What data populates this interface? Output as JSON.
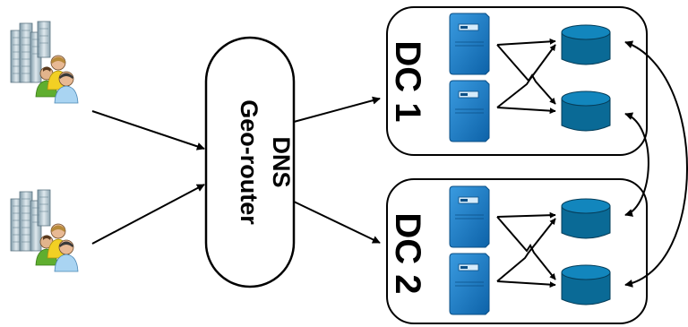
{
  "router": {
    "line1": "DNS",
    "line2": "Geo-router"
  },
  "datacenters": [
    {
      "label": "DC 1"
    },
    {
      "label": "DC 2"
    }
  ],
  "user_groups": [
    {
      "icon": "office-users-icon"
    },
    {
      "icon": "office-users-icon"
    }
  ],
  "icons": {
    "server": "server-icon",
    "database": "database-icon"
  },
  "colors": {
    "server_fill": "#1a7cc8",
    "database_fill": "#0a6a96",
    "outline": "#000000"
  }
}
